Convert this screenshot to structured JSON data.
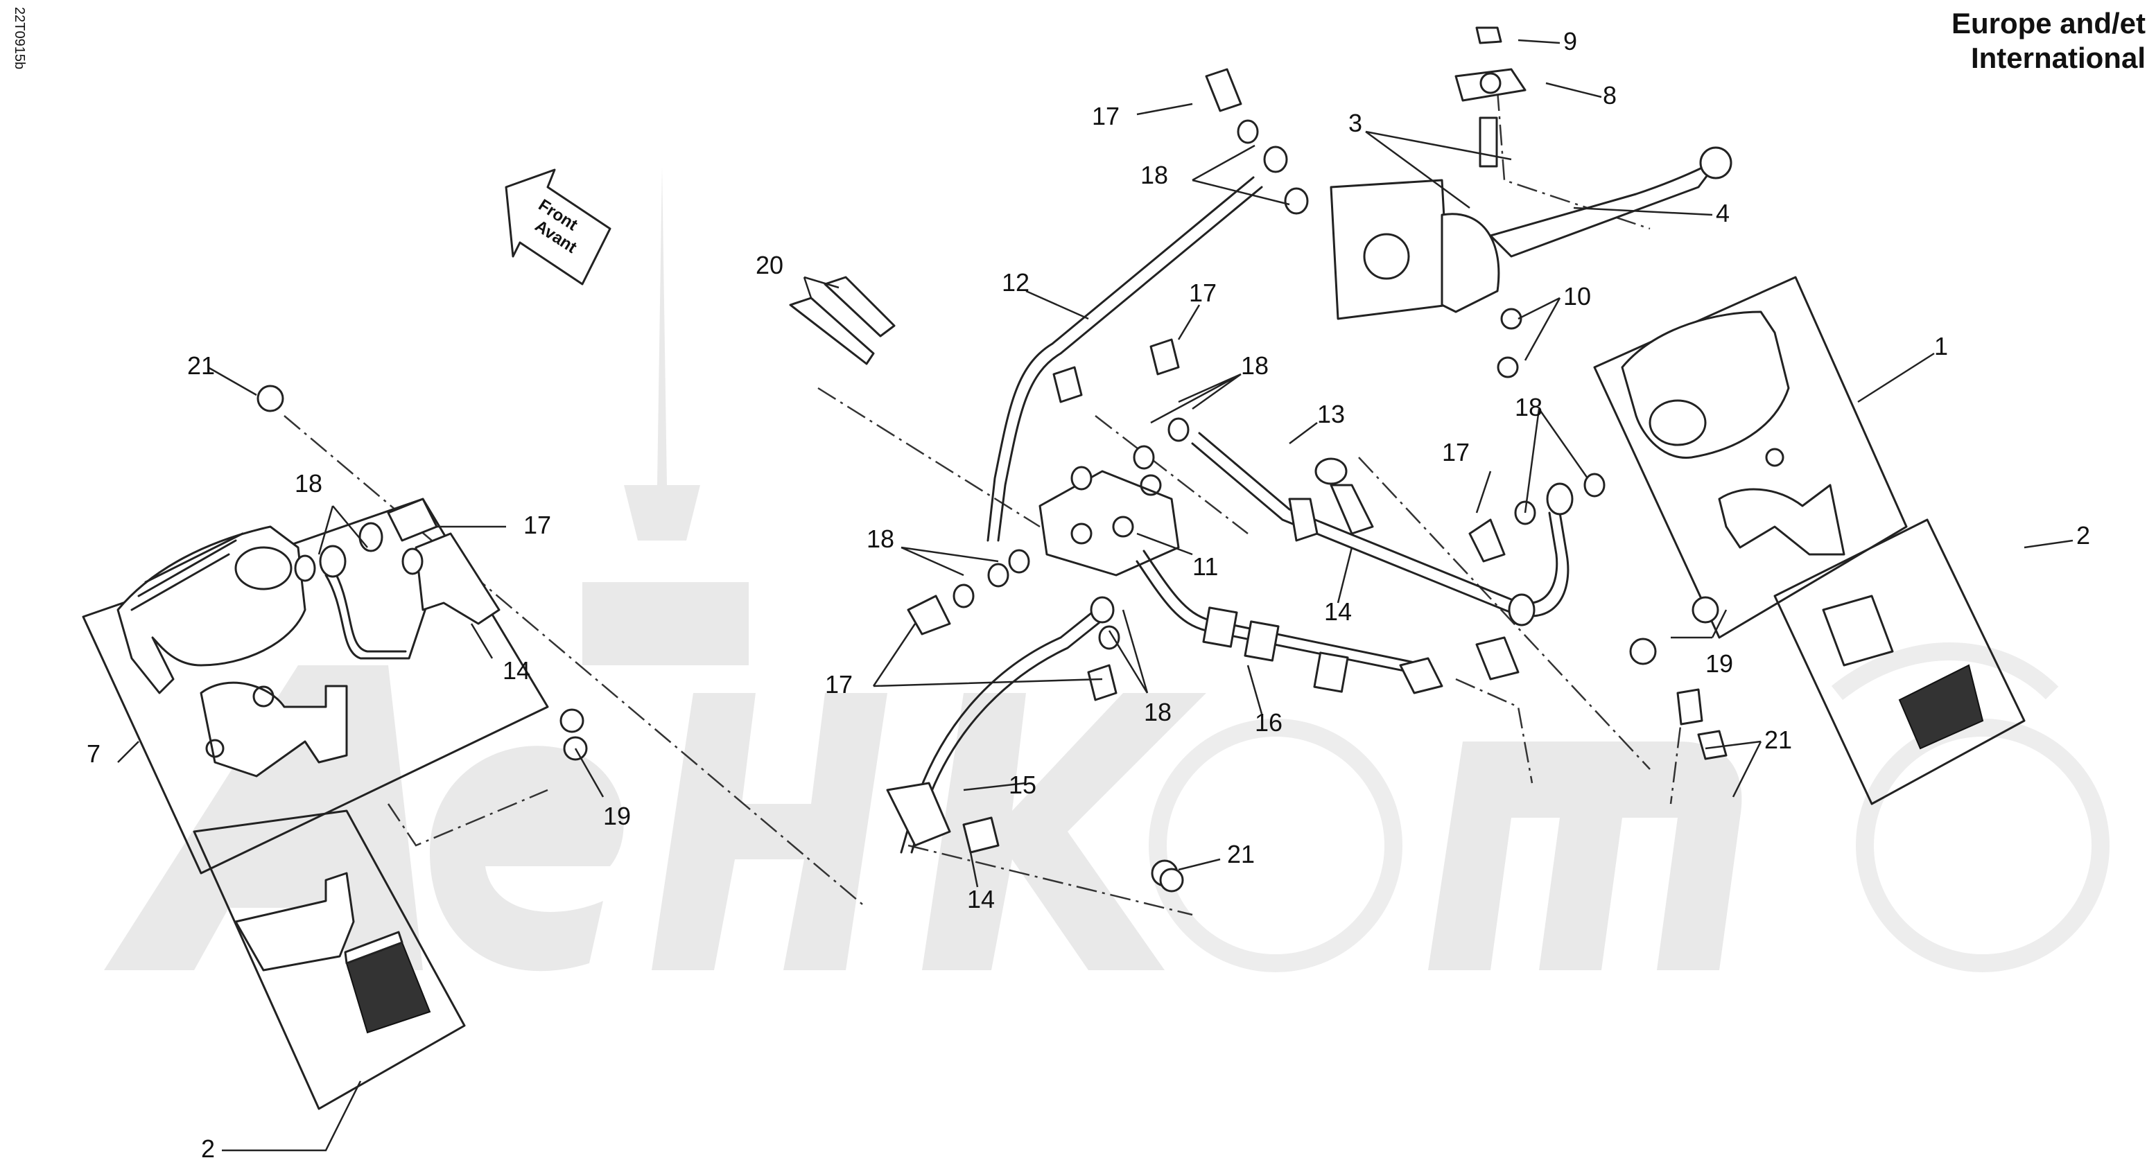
{
  "region_title": [
    "Europe and/et",
    "International"
  ],
  "drawing_code": "22T0915b",
  "direction_arrow": [
    "Front",
    "Avant"
  ],
  "callouts": {
    "c1": "1",
    "c2a": "2",
    "c2b": "2",
    "c3": "3",
    "c4": "4",
    "c7": "7",
    "c8": "8",
    "c9": "9",
    "c10": "10",
    "c11": "11",
    "c12": "12",
    "c13": "13",
    "c14a": "14",
    "c14b": "14",
    "c14c": "14",
    "c15": "15",
    "c16": "16",
    "c17a": "17",
    "c17b": "17",
    "c17c": "17",
    "c17d": "17",
    "c17e": "17",
    "c18a": "18",
    "c18b": "18",
    "c18c": "18",
    "c18d": "18",
    "c18e": "18",
    "c18f": "18",
    "c19a": "19",
    "c19b": "19",
    "c20": "20",
    "c21a": "21",
    "c21b": "21",
    "c21c": "21"
  },
  "watermark": "AeHKomo"
}
